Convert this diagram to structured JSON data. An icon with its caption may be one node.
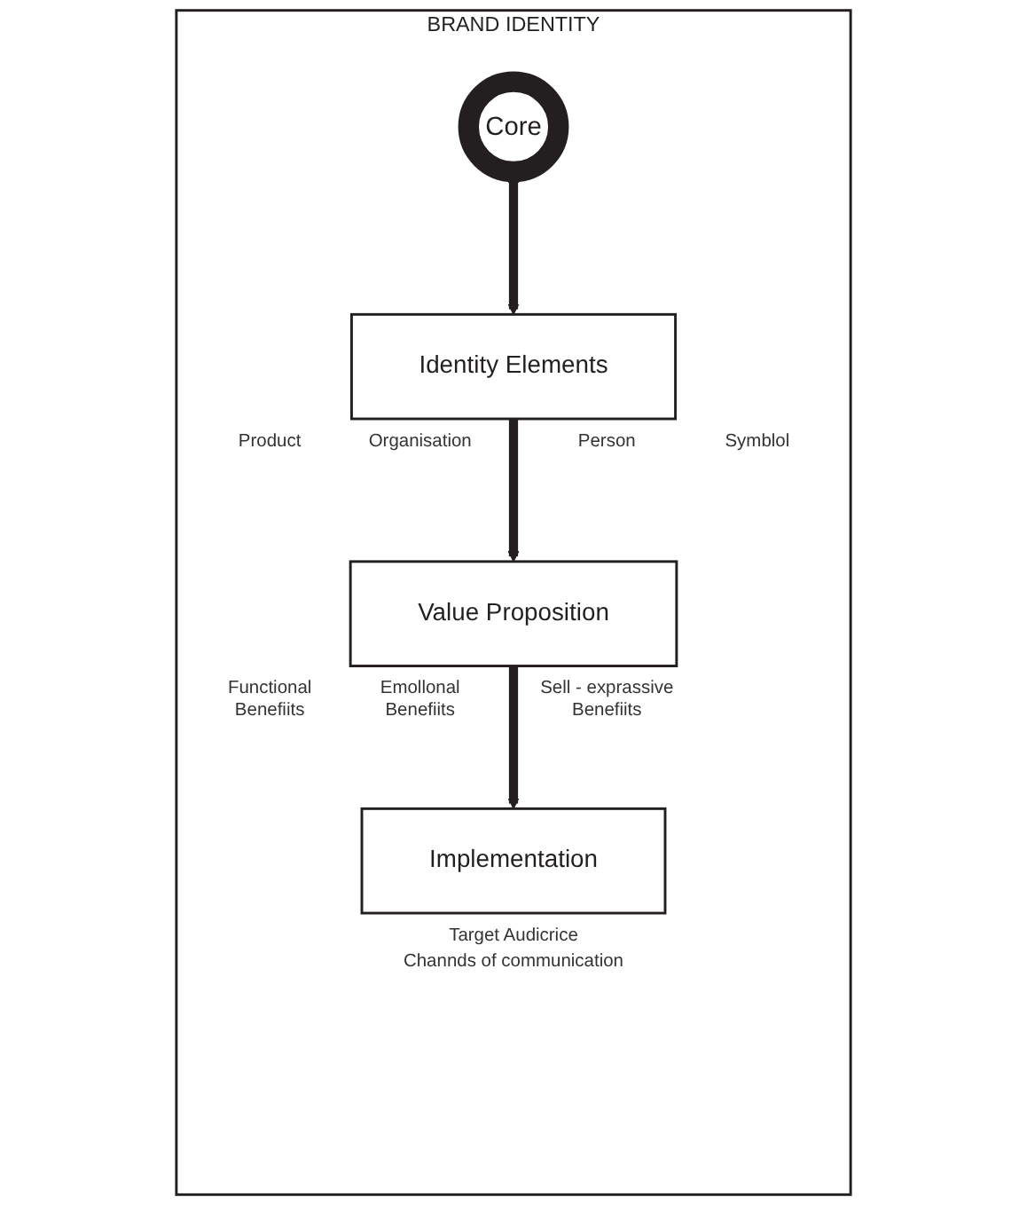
{
  "diagram": {
    "nodes": [
      {
        "text": [
          "BRAND IDENTITY"
        ]
      },
      {
        "text": [
          "Core"
        ],
        "in": 0
      },
      {
        "text": [
          "Identity Elements"
        ],
        "in": 0,
        "beside": [
          "Product",
          "Organisation",
          "Person",
          "Symblol"
        ]
      },
      {
        "text": [
          "Value Proposition"
        ],
        "in": 0,
        "beside": [
          "Functional Benefiits",
          "Emollonal Benefiits",
          "Sell - exprassive Benefiits"
        ]
      },
      {
        "text": [
          "Implementation"
        ],
        "in": 0,
        "beside": [
          "Target Audicrice",
          "Channds of communication"
        ]
      }
    ],
    "edges": [
      {
        "from": 1,
        "to": 2,
        "arrow": "both"
      },
      {
        "from": 2,
        "to": 3,
        "arrow": "to"
      },
      {
        "from": 3,
        "to": 4,
        "arrow": "to"
      }
    ]
  }
}
